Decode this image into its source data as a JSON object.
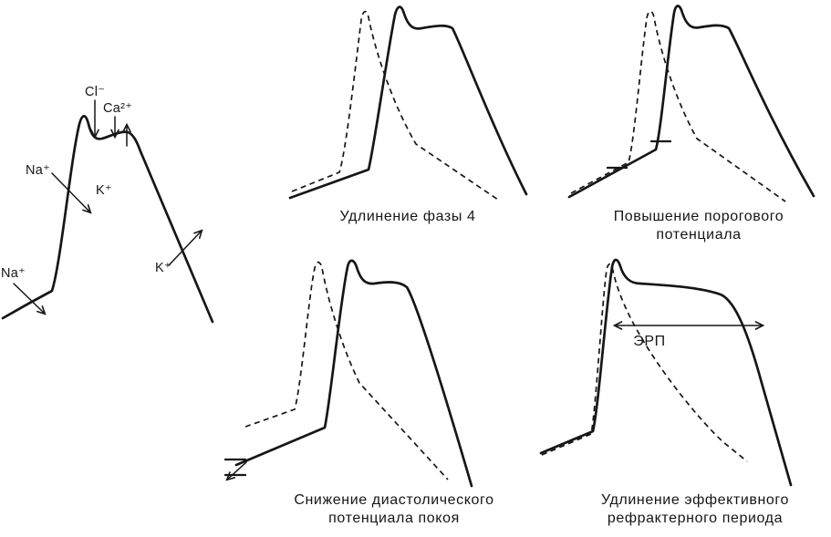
{
  "ion_panel": {
    "cl": "Cl⁻",
    "ca": "Ca²⁺",
    "na_phase0": "Na⁺",
    "k_phase1": "K⁺",
    "na_rest": "Na⁺",
    "k_phase3": "K⁺"
  },
  "captions": {
    "phase4": "Удлинение фазы 4",
    "threshold_1": "Повышение порогового",
    "threshold_2": "потенциала",
    "resting_1": "Снижение диастолического",
    "resting_2": "потенциала покоя",
    "erp_1": "Удлинение эффективного",
    "erp_2": "рефрактерного периода",
    "erp_span": "ЭРП"
  },
  "colors": {
    "ink": "#161616",
    "background": "#ffffff"
  }
}
